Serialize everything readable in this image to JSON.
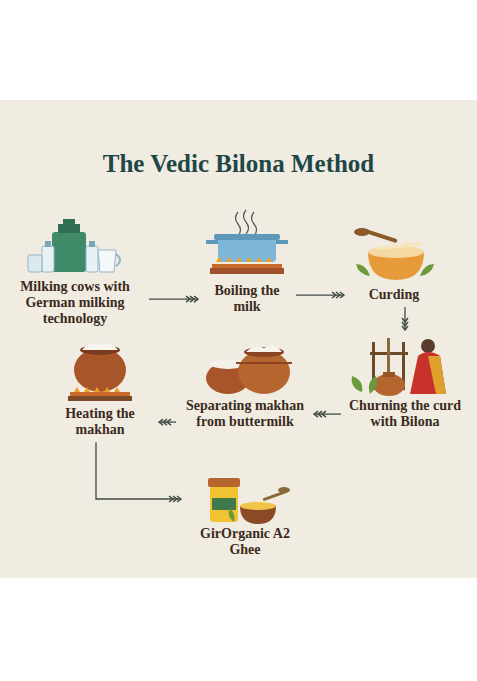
{
  "diagram": {
    "title": "The Vedic Bilona Method",
    "nodes": [
      {
        "text": [
          "Milking cows with German milking technology"
        ]
      },
      {
        "text": [
          "Boiling the milk"
        ]
      },
      {
        "text": [
          "Curding"
        ]
      },
      {
        "text": [
          "Churning the curd with Bilona"
        ]
      },
      {
        "text": [
          "Separating makhan from buttermilk"
        ]
      },
      {
        "text": [
          "Heating the makhan"
        ]
      },
      {
        "text": [
          "GirOrganic A2 Ghee"
        ]
      }
    ],
    "edges": [
      {
        "from": 0,
        "to": 1,
        "arrow": "to"
      },
      {
        "from": 1,
        "to": 2,
        "arrow": "to"
      },
      {
        "from": 2,
        "to": 3,
        "arrow": "to"
      },
      {
        "from": 3,
        "to": 4,
        "arrow": "to"
      },
      {
        "from": 4,
        "to": 5,
        "arrow": "to"
      },
      {
        "from": 5,
        "to": 6,
        "arrow": "to"
      }
    ]
  }
}
